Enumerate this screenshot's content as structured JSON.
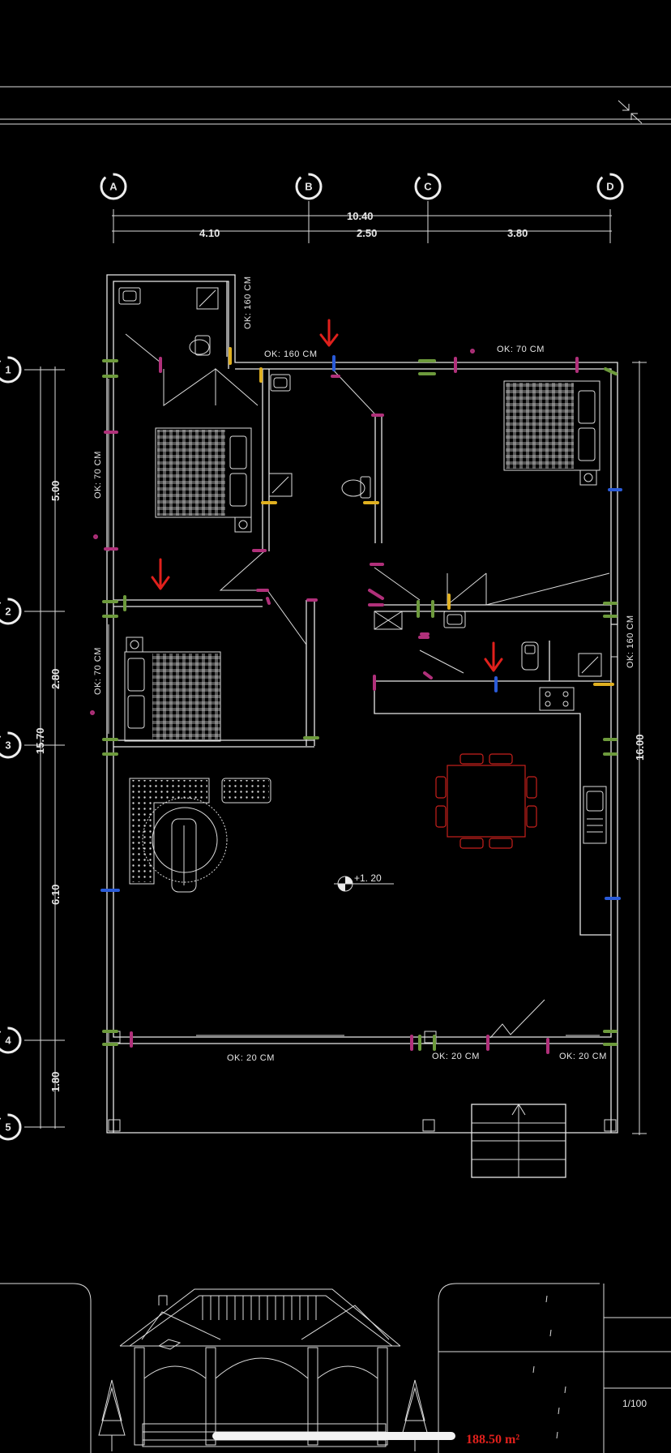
{
  "colors": {
    "background": "#000000",
    "lines": "#e8e8e8",
    "arrow": "#e0201c",
    "marker_green": "#6d9a3c",
    "marker_magenta": "#b0307a",
    "marker_blue": "#2a5bd8",
    "marker_yellow": "#e0b020",
    "furniture_red": "#c8201c"
  },
  "grid": {
    "columns": [
      "A",
      "B",
      "C",
      "D"
    ],
    "rows": [
      "1",
      "2",
      "3",
      "4",
      "5"
    ]
  },
  "dimensions": {
    "total_width": "10.40",
    "segments_top": [
      "4.10",
      "2.50",
      "3.80"
    ],
    "total_height_left": "15.70",
    "segments_left": [
      "5.00",
      "2.80",
      "6.10",
      "1.80"
    ],
    "total_height_right": "16.00"
  },
  "openings": {
    "top_mid": "OK: 160 CM",
    "top_right": "OK: 70 CM",
    "bath_vertical": "OK: 160 CM",
    "left_upper": "OK: 70 CM",
    "left_lower": "OK: 70 CM",
    "right_kitchen": "OK: 160 CM",
    "bottom_left": "OK: 20 CM",
    "bottom_mid": "OK: 20 CM",
    "bottom_right": "OK: 20 CM"
  },
  "level_mark": "+1. 20",
  "title_block": {
    "scale": "1/100",
    "area": "188.50 m²"
  }
}
